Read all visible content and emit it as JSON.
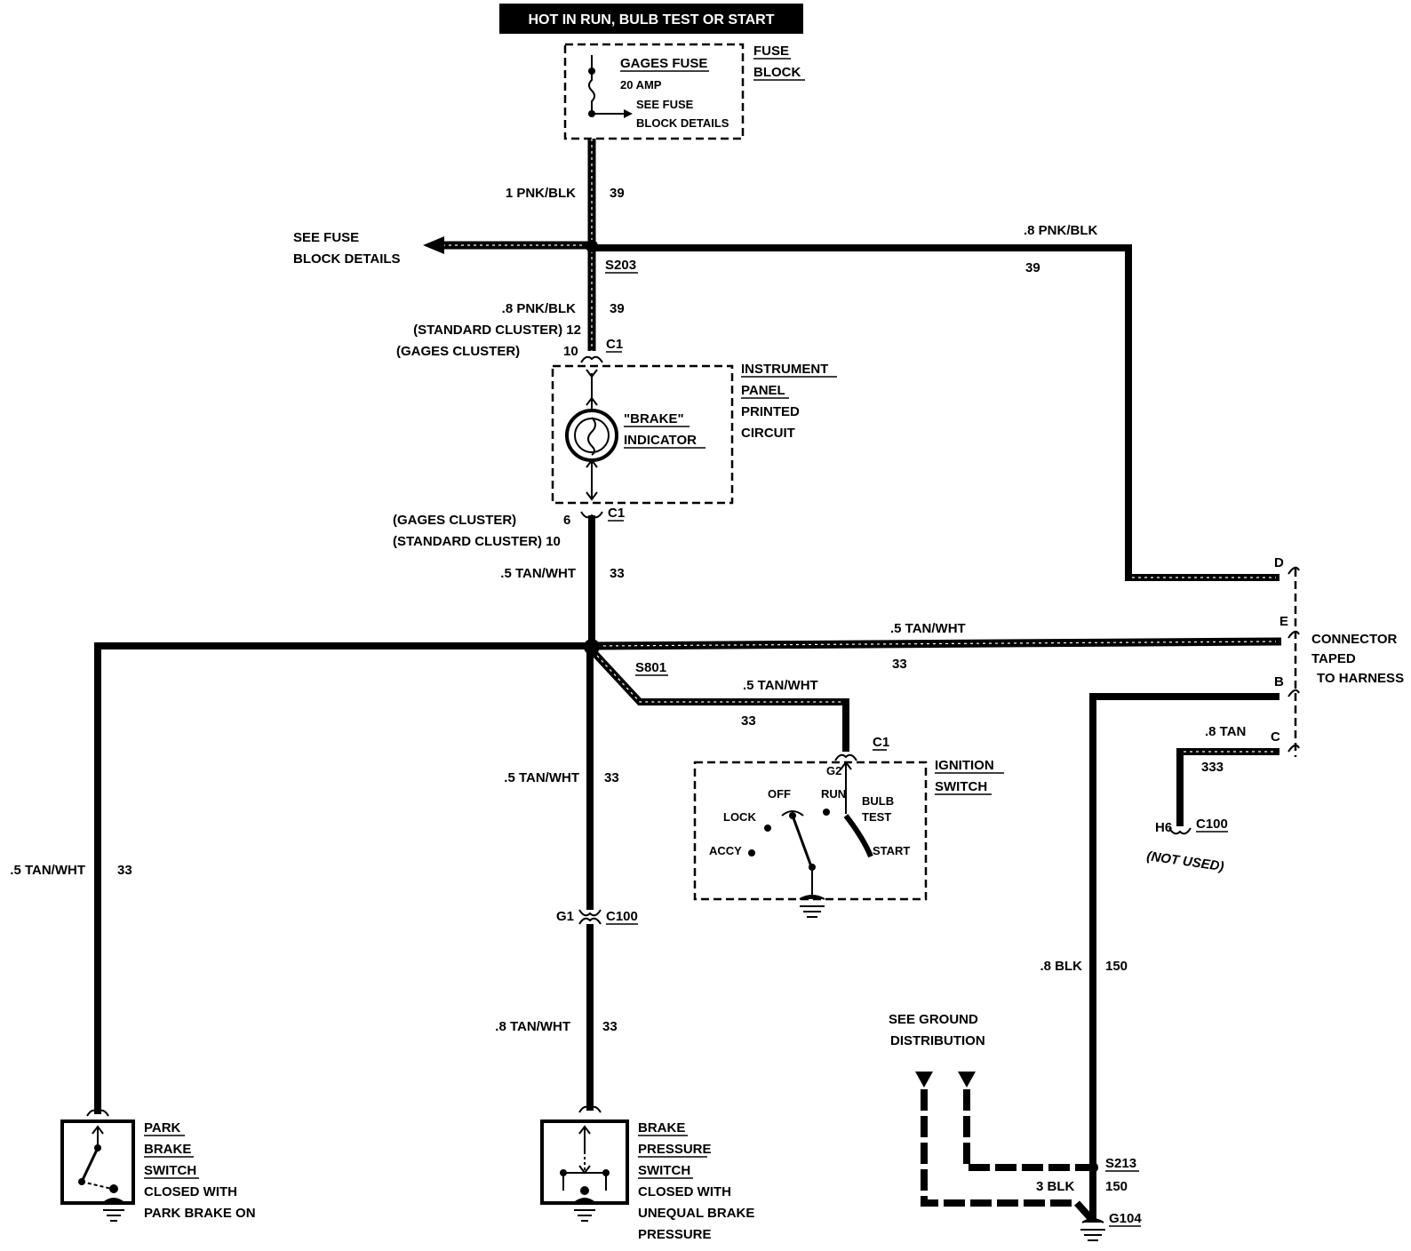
{
  "header": {
    "banner": "HOT IN RUN,   BULB TEST OR START"
  },
  "fuse": {
    "name": "GAGES FUSE",
    "rating": "20 AMP",
    "see_line1": "SEE FUSE",
    "see_line2": "BLOCK DETAILS",
    "block_line1": "FUSE",
    "block_line2": "BLOCK"
  },
  "wires": {
    "w1_gauge": "1 PNK/BLK",
    "w1_circuit": "39",
    "see_fuse_line1": "SEE FUSE",
    "see_fuse_line2": "BLOCK DETAILS",
    "s203": "S203",
    "right_gauge": ".8 PNK/BLK",
    "right_circuit": "39",
    "w2_gauge": ".8 PNK/BLK",
    "w2_circuit": "39",
    "std_cluster_top": "(STANDARD CLUSTER) 12",
    "gages_cluster_top": "(GAGES CLUSTER)",
    "gages_pin_top": "10",
    "c1_top": "C1",
    "gages_cluster_bottom": "(GAGES CLUSTER)",
    "gages_pin_bottom": "6",
    "std_cluster_bottom": "(STANDARD CLUSTER) 10",
    "c1_bottom": "C1",
    "w3_gauge": ".5 TAN/WHT",
    "w3_circuit": "33",
    "e_gauge": ".5 TAN/WHT",
    "e_circuit": "33",
    "s801": "S801",
    "ign_gauge": ".5 TAN/WHT",
    "ign_circuit": "33",
    "w4_gauge": ".5 TAN/WHT",
    "w4_circuit": "33",
    "left_gauge": ".5 TAN/WHT",
    "left_circuit": "33",
    "g1": "G1",
    "c100": "C100",
    "w5_gauge": ".8 TAN/WHT",
    "w5_circuit": "33"
  },
  "cluster": {
    "indicator_line1": "\"BRAKE\"",
    "indicator_line2": "INDICATOR",
    "panel_line1": "INSTRUMENT",
    "panel_line2": "PANEL",
    "panel_line3": "PRINTED",
    "panel_line4": "CIRCUIT"
  },
  "ignition": {
    "c1": "C1",
    "g2": "G2",
    "off": "OFF",
    "run": "RUN",
    "bulb": "BULB",
    "test": "TEST",
    "lock": "LOCK",
    "accy": "ACCY",
    "start": "START",
    "name_line1": "IGNITION",
    "name_line2": "SWITCH"
  },
  "connector": {
    "pin_d": "D",
    "pin_e": "E",
    "pin_b": "B",
    "pin_c": "C",
    "note_line1": "CONNECTOR",
    "note_line2": "TAPED",
    "note_line3": "TO HARNESS",
    "tan_gauge": ".8 TAN",
    "tan_circuit": "333",
    "h6": "H6",
    "c100": "C100",
    "not_used": "(NOT USED)"
  },
  "ground": {
    "blk_gauge": ".8 BLK",
    "blk_circuit": "150",
    "see_line1": "SEE GROUND",
    "see_line2": "DISTRIBUTION",
    "s213": "S213",
    "s213_circuit": "150",
    "blk3": "3 BLK",
    "g104": "G104"
  },
  "park_switch": {
    "line1": "PARK",
    "line2": "BRAKE",
    "line3": "SWITCH",
    "line4": "CLOSED WITH",
    "line5": "PARK BRAKE ON"
  },
  "pressure_switch": {
    "line1": "BRAKE",
    "line2": "PRESSURE",
    "line3": "SWITCH",
    "line4": "CLOSED WITH",
    "line5": "UNEQUAL BRAKE",
    "line6": "PRESSURE"
  }
}
